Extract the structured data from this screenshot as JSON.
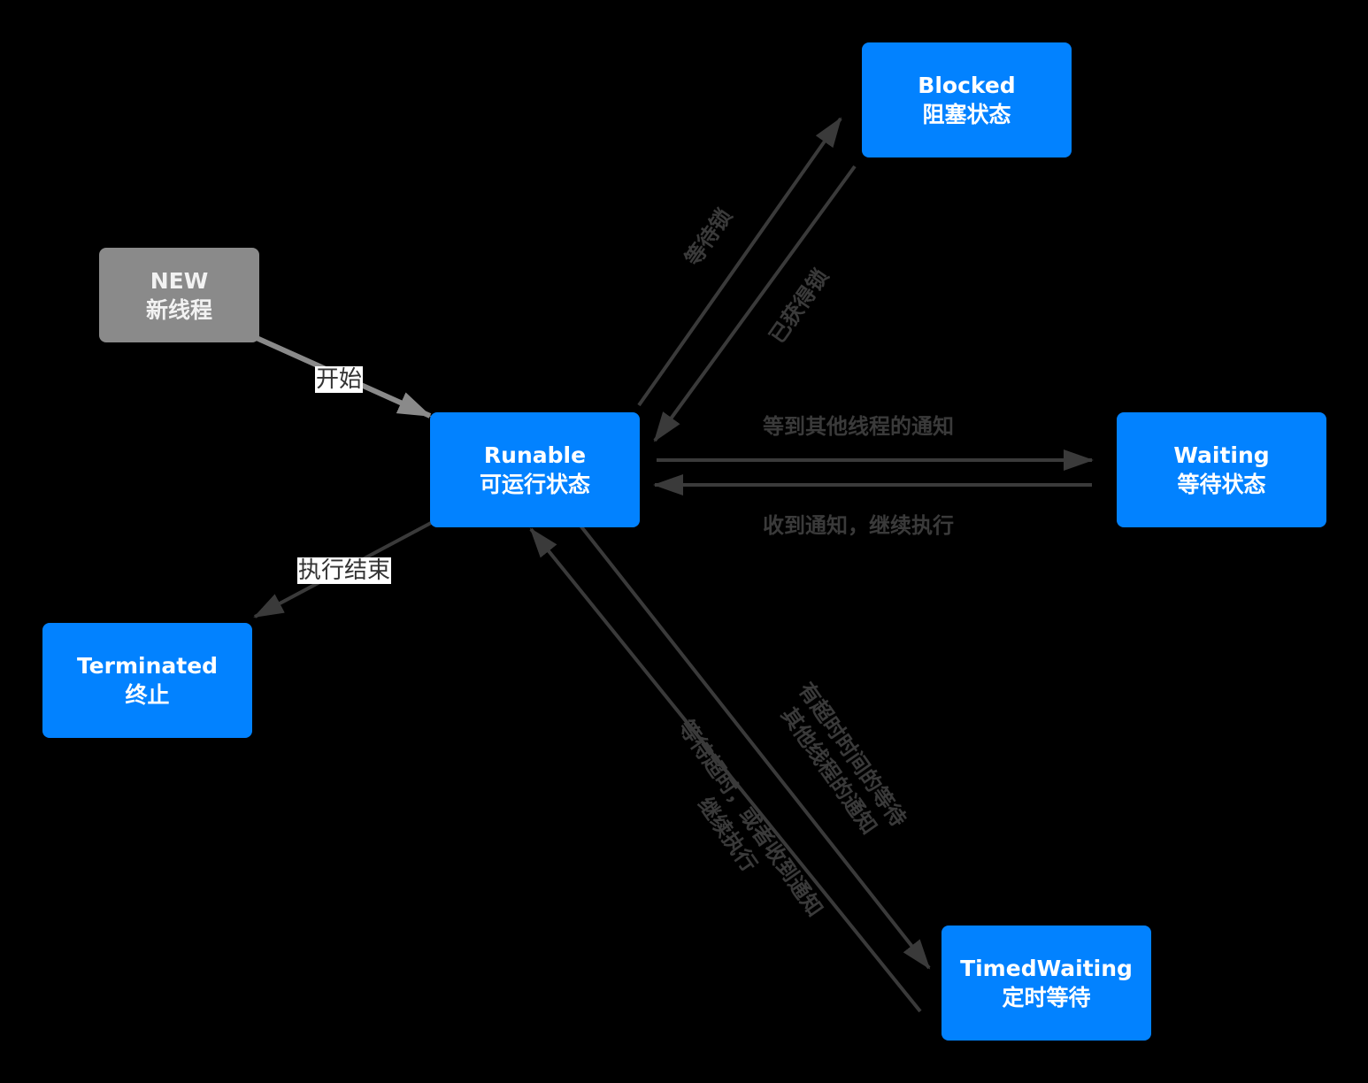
{
  "nodes": {
    "new": {
      "line1": "NEW",
      "line2": "新线程"
    },
    "runable": {
      "line1": "Runable",
      "line2": "可运行状态"
    },
    "blocked": {
      "line1": "Blocked",
      "line2": "阻塞状态"
    },
    "waiting": {
      "line1": "Waiting",
      "line2": "等待状态"
    },
    "terminated": {
      "line1": "Terminated",
      "line2": "终止"
    },
    "timed_waiting": {
      "line1": "TimedWaiting",
      "line2": "定时等待"
    }
  },
  "edges": {
    "start": "开始",
    "finish": "执行结束",
    "wait_lock": "等待锁",
    "got_lock": "已获得锁",
    "notified": "等到其他线程的通知",
    "resume": "收到通知，继续执行",
    "timed_wait": {
      "line1": "有超时时间的等待",
      "line2": "其他线程的通知"
    },
    "timeout": {
      "line1": "等待超时，或者收到通知",
      "line2": "继续执行"
    }
  },
  "colors": {
    "background": "#000000",
    "state_box": "#0282ff",
    "new_box": "#8a8a8a",
    "arrow": "#3a3a3a",
    "arrow_new": "#8a8a8a"
  }
}
